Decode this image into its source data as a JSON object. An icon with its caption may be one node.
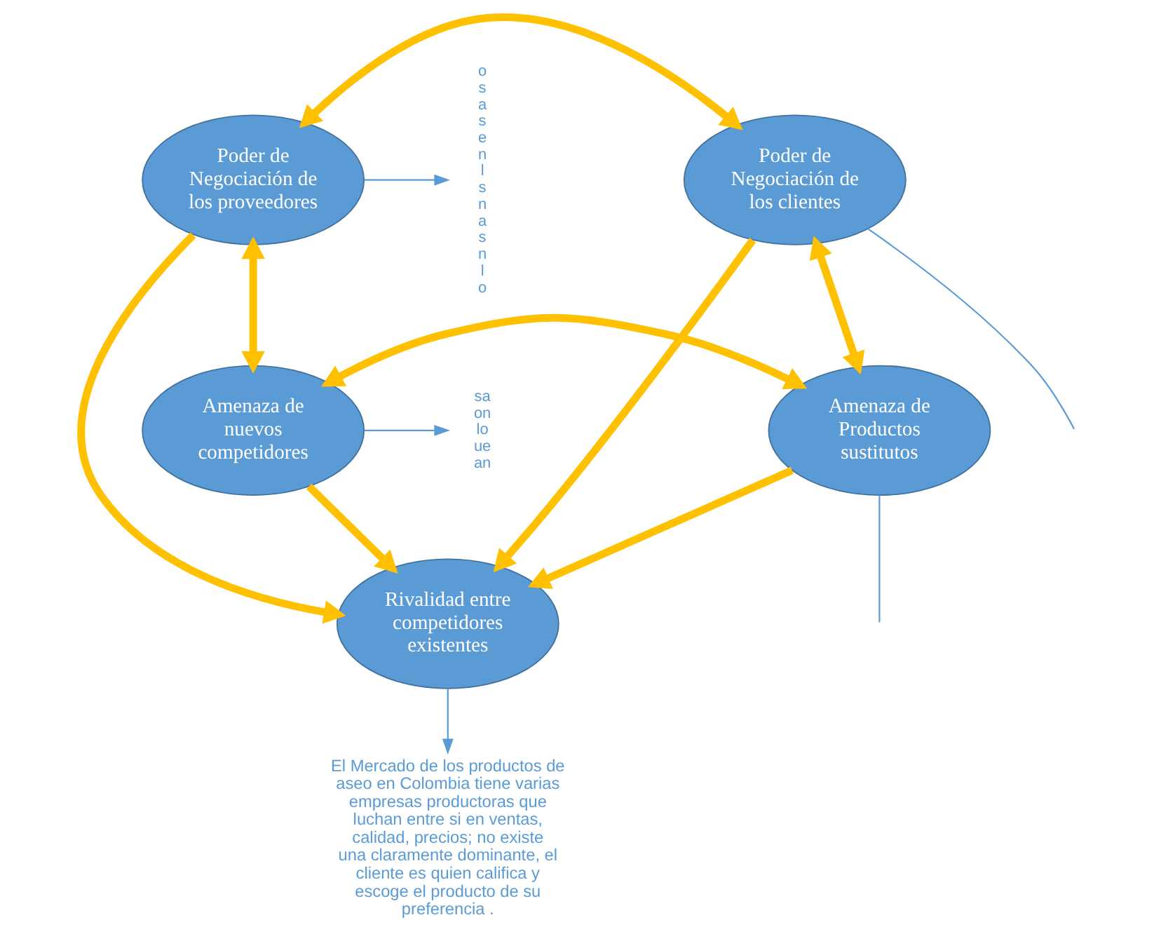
{
  "diagram": {
    "nodes": [
      {
        "text": [
          "Poder de Negociación de los proveedores"
        ]
      },
      {
        "text": [
          "Poder de Negociación de los clientes"
        ]
      },
      {
        "text": [
          "Rivalidad entre competidores existentes"
        ]
      },
      {
        "text": [
          "Amenaza de nuevos competidores"
        ]
      },
      {
        "text": [
          "Amenaza de Productos sustitutos"
        ]
      },
      {
        "text": [
          "El Mercado de los productos de aseo en Colombia tiene varias empresas productoras que luchan entre si en ventas, calidad, precios; no existe una claramente dominante, el cliente es quien califica y escoge el producto de su preferencia ."
        ]
      },
      {
        "text": [
          "o s a s e n l s n a s n l o"
        ]
      },
      {
        "text": [
          "sa on lo ue an"
        ]
      }
    ],
    "edges": [
      {
        "from": 0,
        "to": 1,
        "arrow": "both"
      },
      {
        "from": 0,
        "to": 2,
        "arrow": "to"
      },
      {
        "from": 1,
        "to": 2,
        "arrow": "to"
      },
      {
        "from": 0,
        "to": 3,
        "arrow": "both"
      },
      {
        "from": 1,
        "to": 4,
        "arrow": "both"
      },
      {
        "from": 3,
        "to": 2,
        "arrow": "to"
      },
      {
        "from": 4,
        "to": 2,
        "arrow": "to"
      },
      {
        "from": 3,
        "to": 4,
        "arrow": "both"
      },
      {
        "from": 0,
        "to": 6,
        "arrow": "to",
        "color": "#5b9bd5"
      },
      {
        "from": 1,
        "to": null,
        "arrow": "none",
        "color": "#5b9bd5"
      },
      {
        "from": 2,
        "to": 5,
        "arrow": "to",
        "color": "#5b9bd5"
      },
      {
        "from": 3,
        "to": 7,
        "arrow": "to",
        "color": "#5b9bd5"
      },
      {
        "from": 4,
        "to": null,
        "arrow": "none",
        "color": "#5b9bd5"
      }
    ]
  }
}
